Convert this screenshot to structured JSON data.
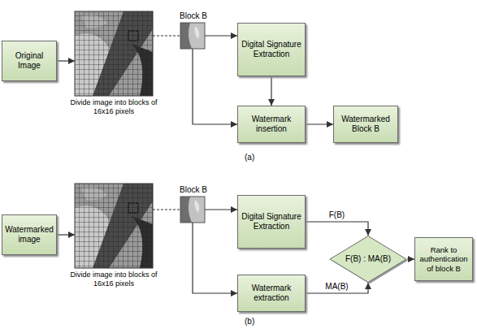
{
  "diagram": {
    "nodes": [
      {
        "text": [
          "Original Image"
        ]
      },
      {
        "text": [
          "Divide image into blocks of 16x16 pixels"
        ]
      },
      {
        "text": [
          "Block B"
        ]
      },
      {
        "text": [
          "Digital Signature Extraction"
        ]
      },
      {
        "text": [
          "Watermark insertion"
        ]
      },
      {
        "text": [
          "Watermarked Block B"
        ]
      },
      {
        "text": [
          "Watermarked image"
        ]
      },
      {
        "text": [
          "Divide image into blocks of 16x16 pixels"
        ]
      },
      {
        "text": [
          "Block B"
        ]
      },
      {
        "text": [
          "Digital Signature Extraction"
        ]
      },
      {
        "text": [
          "Watermark extraction"
        ]
      },
      {
        "text": [
          "F(B) : MA(B)"
        ]
      },
      {
        "text": [
          "Rank to authentication of block B"
        ]
      }
    ],
    "edges": [
      {
        "from": 0,
        "to": 1,
        "arrow": "to"
      },
      {
        "from": 1,
        "to": 2,
        "arrow": "none"
      },
      {
        "from": 2,
        "to": 3,
        "arrow": "to"
      },
      {
        "from": 2,
        "to": 4,
        "arrow": "to"
      },
      {
        "from": 3,
        "to": 4,
        "arrow": "to"
      },
      {
        "from": 4,
        "to": 5,
        "arrow": "to"
      },
      {
        "from": 6,
        "to": 7,
        "arrow": "to"
      },
      {
        "from": 7,
        "to": 8,
        "arrow": "none"
      },
      {
        "from": 8,
        "to": 9,
        "arrow": "to"
      },
      {
        "from": 8,
        "to": 10,
        "arrow": "to"
      },
      {
        "from": 9,
        "to": 11,
        "arrow": "to",
        "label": "F(B)"
      },
      {
        "from": 10,
        "to": 11,
        "arrow": "to",
        "label": "MA(B)"
      },
      {
        "from": 11,
        "to": 12,
        "arrow": "to"
      }
    ],
    "labels": [
      "(a)",
      "(b)"
    ]
  }
}
